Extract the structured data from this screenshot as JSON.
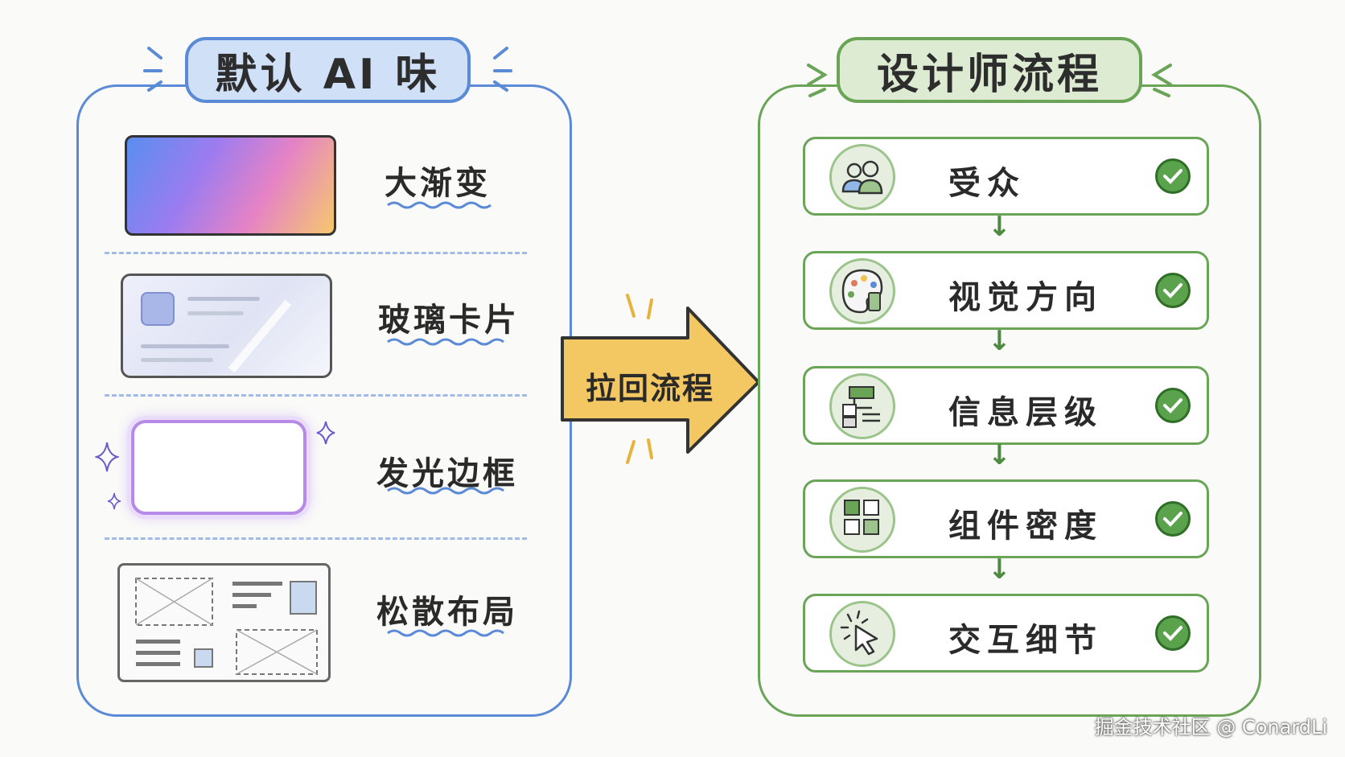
{
  "left": {
    "title": "默认 AI 味",
    "items": [
      {
        "label": "大渐变",
        "icon": "gradient-swatch-icon"
      },
      {
        "label": "玻璃卡片",
        "icon": "glass-card-icon"
      },
      {
        "label": "发光边框",
        "icon": "glow-border-icon"
      },
      {
        "label": "松散布局",
        "icon": "loose-layout-icon"
      }
    ]
  },
  "arrow": {
    "label": "拉回流程"
  },
  "right": {
    "title": "设计师流程",
    "steps": [
      {
        "label": "受众",
        "icon": "audience-icon"
      },
      {
        "label": "视觉方向",
        "icon": "palette-icon"
      },
      {
        "label": "信息层级",
        "icon": "hierarchy-icon"
      },
      {
        "label": "组件密度",
        "icon": "grid-icon"
      },
      {
        "label": "交互细节",
        "icon": "cursor-click-icon"
      }
    ]
  },
  "watermark": "掘金技术社区 @ ConardLi",
  "colors": {
    "left_accent": "#5b8ad6",
    "right_accent": "#6aa557",
    "arrow_fill": "#f3c761",
    "check_fill": "#5aa34c"
  }
}
